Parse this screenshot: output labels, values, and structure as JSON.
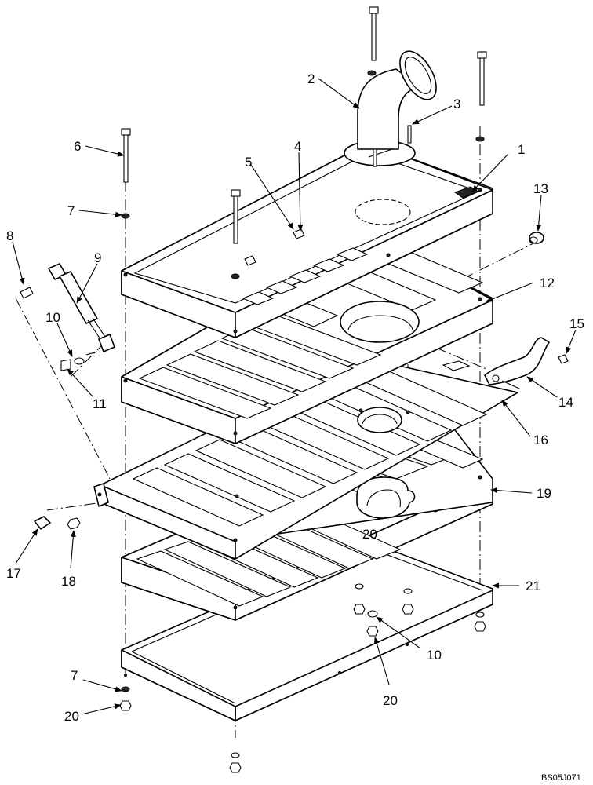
{
  "callouts": [
    "1",
    "2",
    "3",
    "4",
    "5",
    "6",
    "7",
    "8",
    "9",
    "10",
    "11",
    "12",
    "13",
    "14",
    "15",
    "16",
    "17",
    "18",
    "19",
    "20",
    "21",
    "7",
    "20",
    "10",
    "20"
  ],
  "drawing_code": "BS05J071"
}
